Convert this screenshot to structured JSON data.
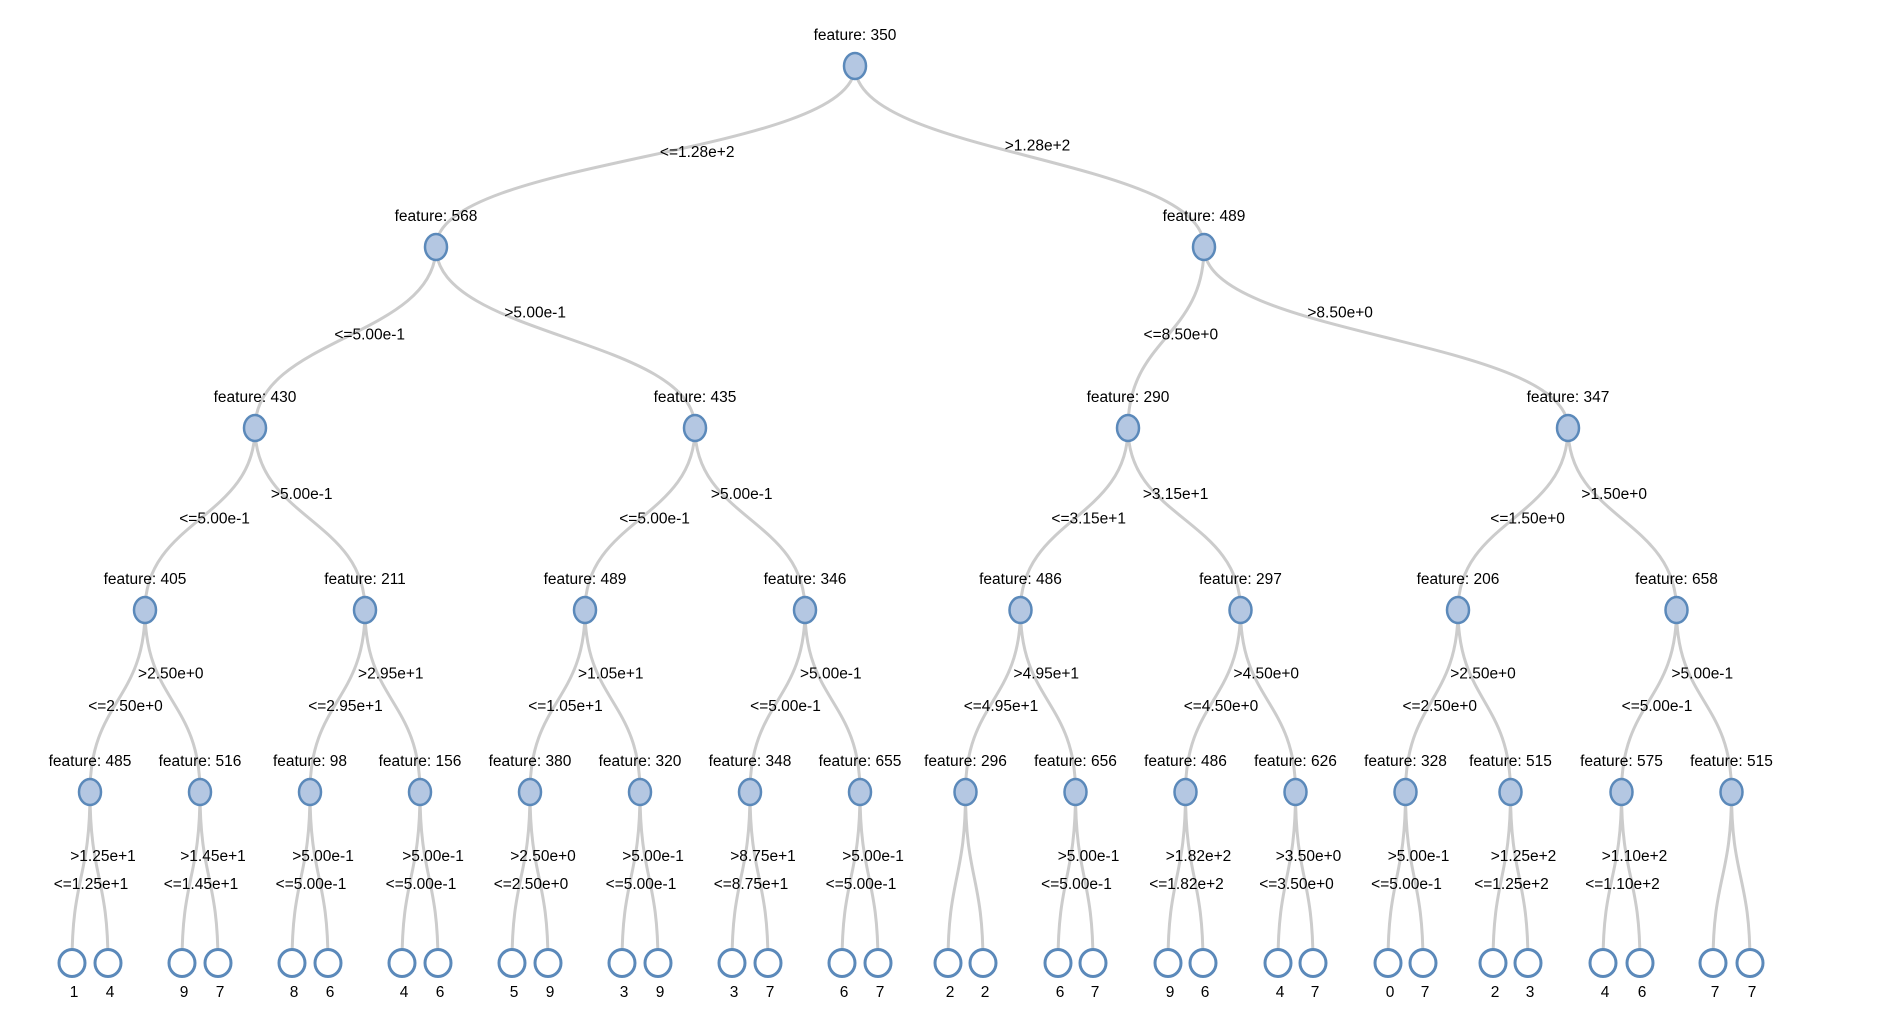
{
  "figure": {
    "background": "#ffffff",
    "edge_color": "#cccccc",
    "node_fill": "#b4c7e2",
    "node_stroke": "#5b89ba",
    "leaf_fill": "#ffffff",
    "leaf_stroke": "#5b89ba",
    "text_color": "#000000"
  },
  "tree": {
    "label": "feature: 350",
    "split_le": "<=1.28e+2",
    "split_gt": ">1.28e+2",
    "children": [
      {
        "label": "feature: 568",
        "split_le": "<=5.00e-1",
        "split_gt": ">5.00e-1",
        "children": [
          {
            "label": "feature: 430",
            "split_le": "<=5.00e-1",
            "split_gt": ">5.00e-1",
            "children": [
              {
                "label": "feature: 405",
                "split_le": "<=2.50e+0",
                "split_gt": ">2.50e+0",
                "children": [
                  {
                    "label": "feature: 485",
                    "split_le": "<=1.25e+1",
                    "split_gt": ">1.25e+1",
                    "children": [
                      {
                        "value": "1"
                      },
                      {
                        "value": "4"
                      }
                    ]
                  },
                  {
                    "label": "feature: 516",
                    "split_le": "<=1.45e+1",
                    "split_gt": ">1.45e+1",
                    "children": [
                      {
                        "value": "9"
                      },
                      {
                        "value": "7"
                      }
                    ]
                  }
                ]
              },
              {
                "label": "feature: 211",
                "split_le": "<=2.95e+1",
                "split_gt": ">2.95e+1",
                "children": [
                  {
                    "label": "feature: 98",
                    "split_le": "<=5.00e-1",
                    "split_gt": ">5.00e-1",
                    "children": [
                      {
                        "value": "8"
                      },
                      {
                        "value": "6"
                      }
                    ]
                  },
                  {
                    "label": "feature: 156",
                    "split_le": "<=5.00e-1",
                    "split_gt": ">5.00e-1",
                    "children": [
                      {
                        "value": "4"
                      },
                      {
                        "value": "6"
                      }
                    ]
                  }
                ]
              }
            ]
          },
          {
            "label": "feature: 435",
            "split_le": "<=5.00e-1",
            "split_gt": ">5.00e-1",
            "children": [
              {
                "label": "feature: 489",
                "split_le": "<=1.05e+1",
                "split_gt": ">1.05e+1",
                "children": [
                  {
                    "label": "feature: 380",
                    "split_le": "<=2.50e+0",
                    "split_gt": ">2.50e+0",
                    "children": [
                      {
                        "value": "5"
                      },
                      {
                        "value": "9"
                      }
                    ]
                  },
                  {
                    "label": "feature: 320",
                    "split_le": "<=5.00e-1",
                    "split_gt": ">5.00e-1",
                    "children": [
                      {
                        "value": "3"
                      },
                      {
                        "value": "9"
                      }
                    ]
                  }
                ]
              },
              {
                "label": "feature: 346",
                "split_le": "<=5.00e-1",
                "split_gt": ">5.00e-1",
                "children": [
                  {
                    "label": "feature: 348",
                    "split_le": "<=8.75e+1",
                    "split_gt": ">8.75e+1",
                    "children": [
                      {
                        "value": "3"
                      },
                      {
                        "value": "7"
                      }
                    ]
                  },
                  {
                    "label": "feature: 655",
                    "split_le": "<=5.00e-1",
                    "split_gt": ">5.00e-1",
                    "children": [
                      {
                        "value": "6"
                      },
                      {
                        "value": "7"
                      }
                    ]
                  }
                ]
              }
            ]
          }
        ]
      },
      {
        "label": "feature: 489",
        "split_le": "<=8.50e+0",
        "split_gt": ">8.50e+0",
        "children": [
          {
            "label": "feature: 290",
            "split_le": "<=3.15e+1",
            "split_gt": ">3.15e+1",
            "children": [
              {
                "label": "feature: 486",
                "split_le": "<=4.95e+1",
                "split_gt": ">4.95e+1",
                "children": [
                  {
                    "label": "feature: 296",
                    "split_le": "",
                    "split_gt": "",
                    "children": [
                      {
                        "value": "2"
                      },
                      {
                        "value": "2"
                      }
                    ]
                  },
                  {
                    "label": "feature: 656",
                    "split_le": "<=5.00e-1",
                    "split_gt": ">5.00e-1",
                    "children": [
                      {
                        "value": "6"
                      },
                      {
                        "value": "7"
                      }
                    ]
                  }
                ]
              },
              {
                "label": "feature: 297",
                "split_le": "<=4.50e+0",
                "split_gt": ">4.50e+0",
                "children": [
                  {
                    "label": "feature: 486",
                    "split_le": "<=1.82e+2",
                    "split_gt": ">1.82e+2",
                    "children": [
                      {
                        "value": "9"
                      },
                      {
                        "value": "6"
                      }
                    ]
                  },
                  {
                    "label": "feature: 626",
                    "split_le": "<=3.50e+0",
                    "split_gt": ">3.50e+0",
                    "children": [
                      {
                        "value": "4"
                      },
                      {
                        "value": "7"
                      }
                    ]
                  }
                ]
              }
            ]
          },
          {
            "label": "feature: 347",
            "split_le": "<=1.50e+0",
            "split_gt": ">1.50e+0",
            "children": [
              {
                "label": "feature: 206",
                "split_le": "<=2.50e+0",
                "split_gt": ">2.50e+0",
                "children": [
                  {
                    "label": "feature: 328",
                    "split_le": "<=5.00e-1",
                    "split_gt": ">5.00e-1",
                    "children": [
                      {
                        "value": "0"
                      },
                      {
                        "value": "7"
                      }
                    ]
                  },
                  {
                    "label": "feature: 515",
                    "split_le": "<=1.25e+2",
                    "split_gt": ">1.25e+2",
                    "children": [
                      {
                        "value": "2"
                      },
                      {
                        "value": "3"
                      }
                    ]
                  }
                ]
              },
              {
                "label": "feature: 658",
                "split_le": "<=5.00e-1",
                "split_gt": ">5.00e-1",
                "children": [
                  {
                    "label": "feature: 575",
                    "split_le": "<=1.10e+2",
                    "split_gt": ">1.10e+2",
                    "children": [
                      {
                        "value": "4"
                      },
                      {
                        "value": "6"
                      }
                    ]
                  },
                  {
                    "label": "feature: 515",
                    "split_le": "",
                    "split_gt": "",
                    "children": [
                      {
                        "value": "7"
                      },
                      {
                        "value": "7"
                      }
                    ]
                  }
                ]
              }
            ]
          }
        ]
      }
    ]
  }
}
